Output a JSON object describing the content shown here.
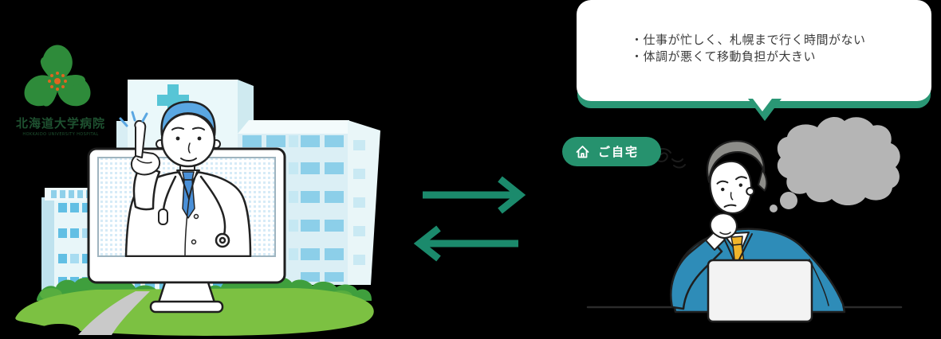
{
  "scene": {
    "background_color": "#000000"
  },
  "logo": {
    "icon": "trillium-flower-logo",
    "title": "北海道大学病院",
    "subtitle": "HOKKAIDO UNIVERSITY HOSPITAL",
    "petal_color": "#2e8b3a",
    "center_color": "#e0651f",
    "text_color": "#1e5130"
  },
  "speech_bubble": {
    "line1": "・仕事が忙しく、札幌まで行く時間がない",
    "line2": "・体調が悪くて移動負担が大きい",
    "background": "#ffffff",
    "accent_color": "#2a9775",
    "text_color": "#3a3a3a"
  },
  "home_badge": {
    "label": "ご自宅",
    "background": "#26926e",
    "text_color": "#ffffff",
    "icon": "home-icon"
  },
  "arrows": {
    "color": "#1b8a6c",
    "top_direction": "right",
    "bottom_direction": "left"
  },
  "illustration_colors": {
    "building_face": "#e8f6f9",
    "building_side": "#cfeaf0",
    "window_blue": "#8ccfe9",
    "window_deep": "#62bfe4",
    "cross_teal": "#57c5d6",
    "monitor_outline": "#1e1e1e",
    "doctor_hair": "#5aa7e2",
    "doctor_tie": "#4a90d8",
    "grass": "#7cc142",
    "bush": "#3f9f3d",
    "path_gray": "#c9c9c9",
    "suit_blue": "#2e8cb8",
    "man_tie_yellow": "#f0b42b",
    "man_hair_gray": "#8d8d89",
    "thought_cloud": "#b5b5b5"
  }
}
